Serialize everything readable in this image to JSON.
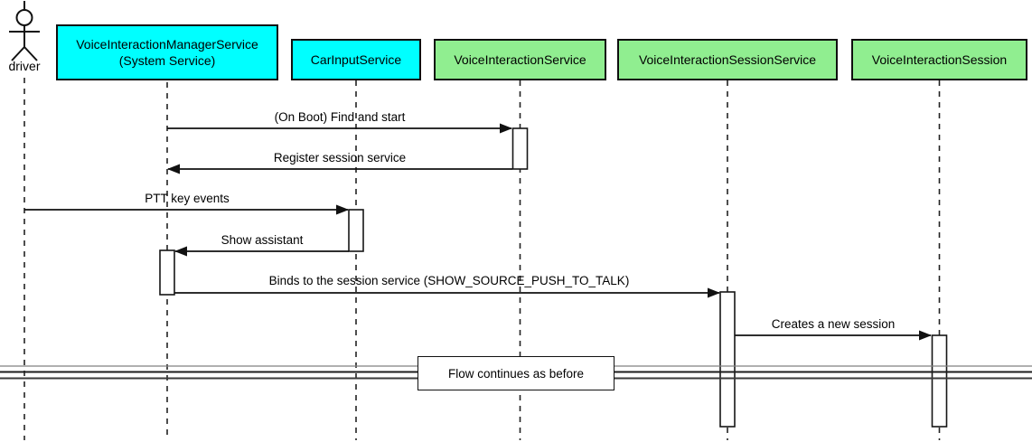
{
  "diagram": {
    "kind": "uml-sequence-diagram",
    "actor": {
      "label": "driver"
    },
    "participants": [
      {
        "label": "VoiceInteractionManagerService\n(System Service)",
        "color": "#00FFFF"
      },
      {
        "label": "CarInputService",
        "color": "#00FFFF"
      },
      {
        "label": "VoiceInteractionService",
        "color": "#90EE90"
      },
      {
        "label": "VoiceInteractionSessionService",
        "color": "#90EE90"
      },
      {
        "label": "VoiceInteractionSession",
        "color": "#90EE90"
      }
    ],
    "messages": [
      {
        "from": "VoiceInteractionManagerService (System Service)",
        "to": "VoiceInteractionService",
        "label": "(On Boot) Find and start"
      },
      {
        "from": "VoiceInteractionService",
        "to": "VoiceInteractionManagerService (System Service)",
        "label": "Register session service"
      },
      {
        "from": "driver",
        "to": "CarInputService",
        "label": "PTT key events"
      },
      {
        "from": "CarInputService",
        "to": "VoiceInteractionManagerService (System Service)",
        "label": "Show assistant"
      },
      {
        "from": "VoiceInteractionManagerService (System Service)",
        "to": "VoiceInteractionSessionService",
        "label": "Binds to the session service (SHOW_SOURCE_PUSH_TO_TALK)"
      },
      {
        "from": "VoiceInteractionSessionService",
        "to": "VoiceInteractionSession",
        "label": "Creates a new session"
      }
    ],
    "divider": {
      "label": "Flow continues as before"
    },
    "colors": {
      "participant_cyan": "#00FFFF",
      "participant_green": "#90EE90",
      "line": "#111111",
      "background": "#FFFFFF"
    }
  }
}
